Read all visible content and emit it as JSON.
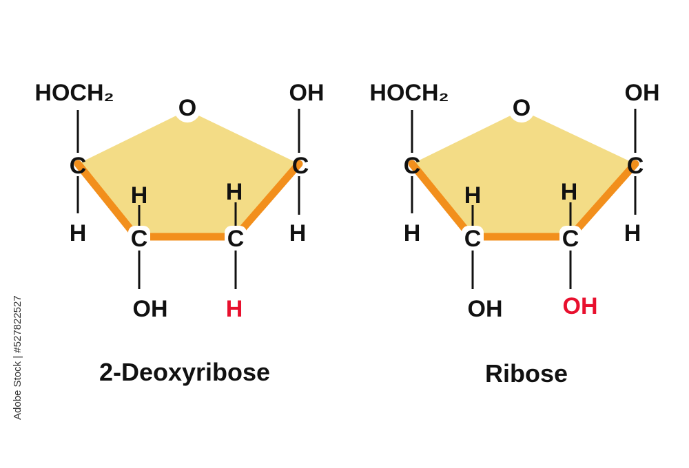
{
  "molecules": [
    {
      "caption": "2-Deoxyribose",
      "ring_oxygen": "O",
      "hoch2": "HOCH₂",
      "c4": "C",
      "c4_h": "H",
      "c3": "C",
      "c3_h": "H",
      "c3_oh": "OH",
      "c2": "C",
      "c2_h_top": "H",
      "c2_sub": "H",
      "c1": "C",
      "c1_oh": "OH",
      "c1_h": "H"
    },
    {
      "caption": "Ribose",
      "ring_oxygen": "O",
      "hoch2": "HOCH₂",
      "c4": "C",
      "c4_h": "H",
      "c3": "C",
      "c3_h": "H",
      "c3_oh": "OH",
      "c2": "C",
      "c2_h_top": "H",
      "c2_sub": "OH",
      "c1": "C",
      "c1_oh": "OH",
      "c1_h": "H"
    }
  ],
  "stock_id": "Adobe Stock | #527822527",
  "colors": {
    "ring_fill": "#f3dc86",
    "ring_edge": "#f28f1c",
    "highlight": "#e8102e",
    "text": "#111111"
  }
}
